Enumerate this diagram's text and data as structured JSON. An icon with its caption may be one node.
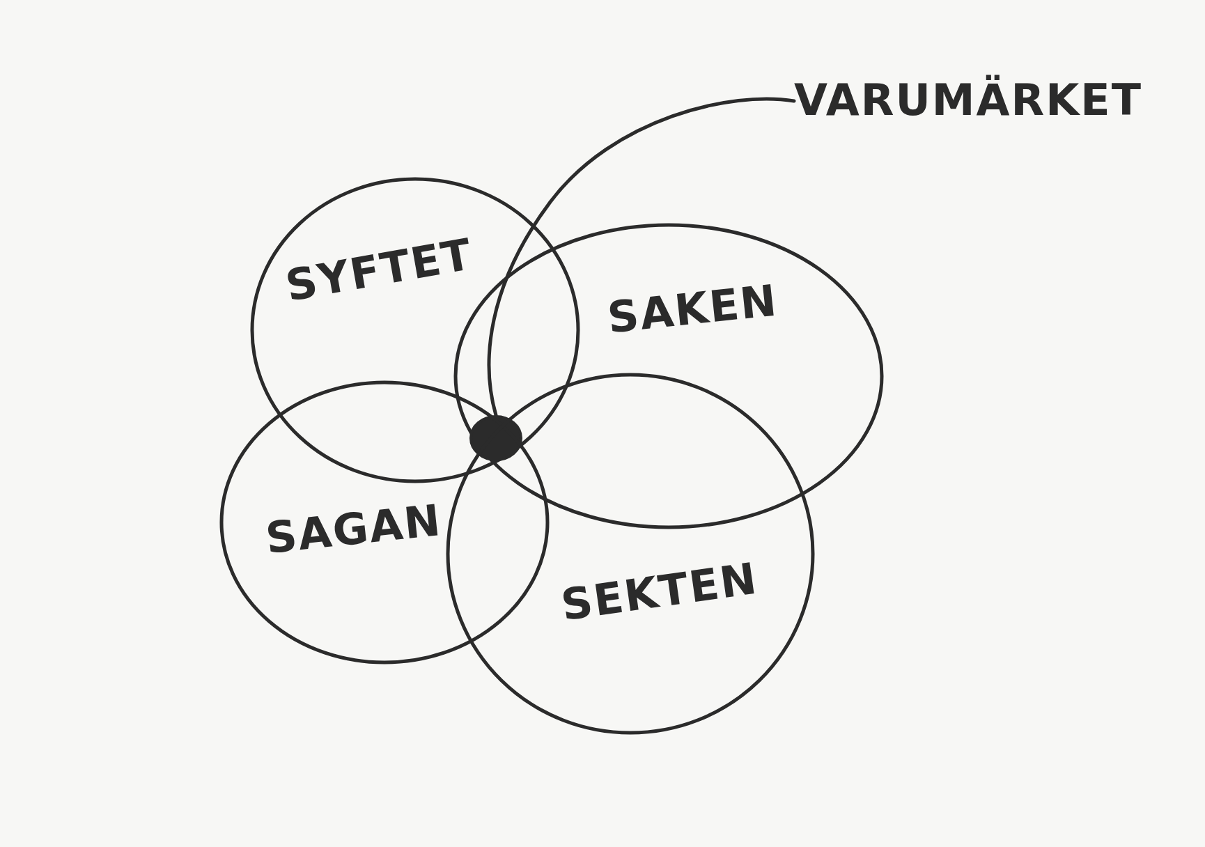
{
  "diagram": {
    "nodes": [
      {
        "text": [
          "VARUMÄRKET"
        ]
      },
      {
        "text": [
          "SYFTET"
        ]
      },
      {
        "text": [
          "SAKEN"
        ]
      },
      {
        "text": [],
        "shape": "circle"
      },
      {
        "text": [
          "SAGAN"
        ]
      },
      {
        "text": [
          "SEKTEN"
        ]
      }
    ],
    "edges": [
      {
        "from": 0,
        "to": 3,
        "arrow": "none"
      }
    ]
  }
}
